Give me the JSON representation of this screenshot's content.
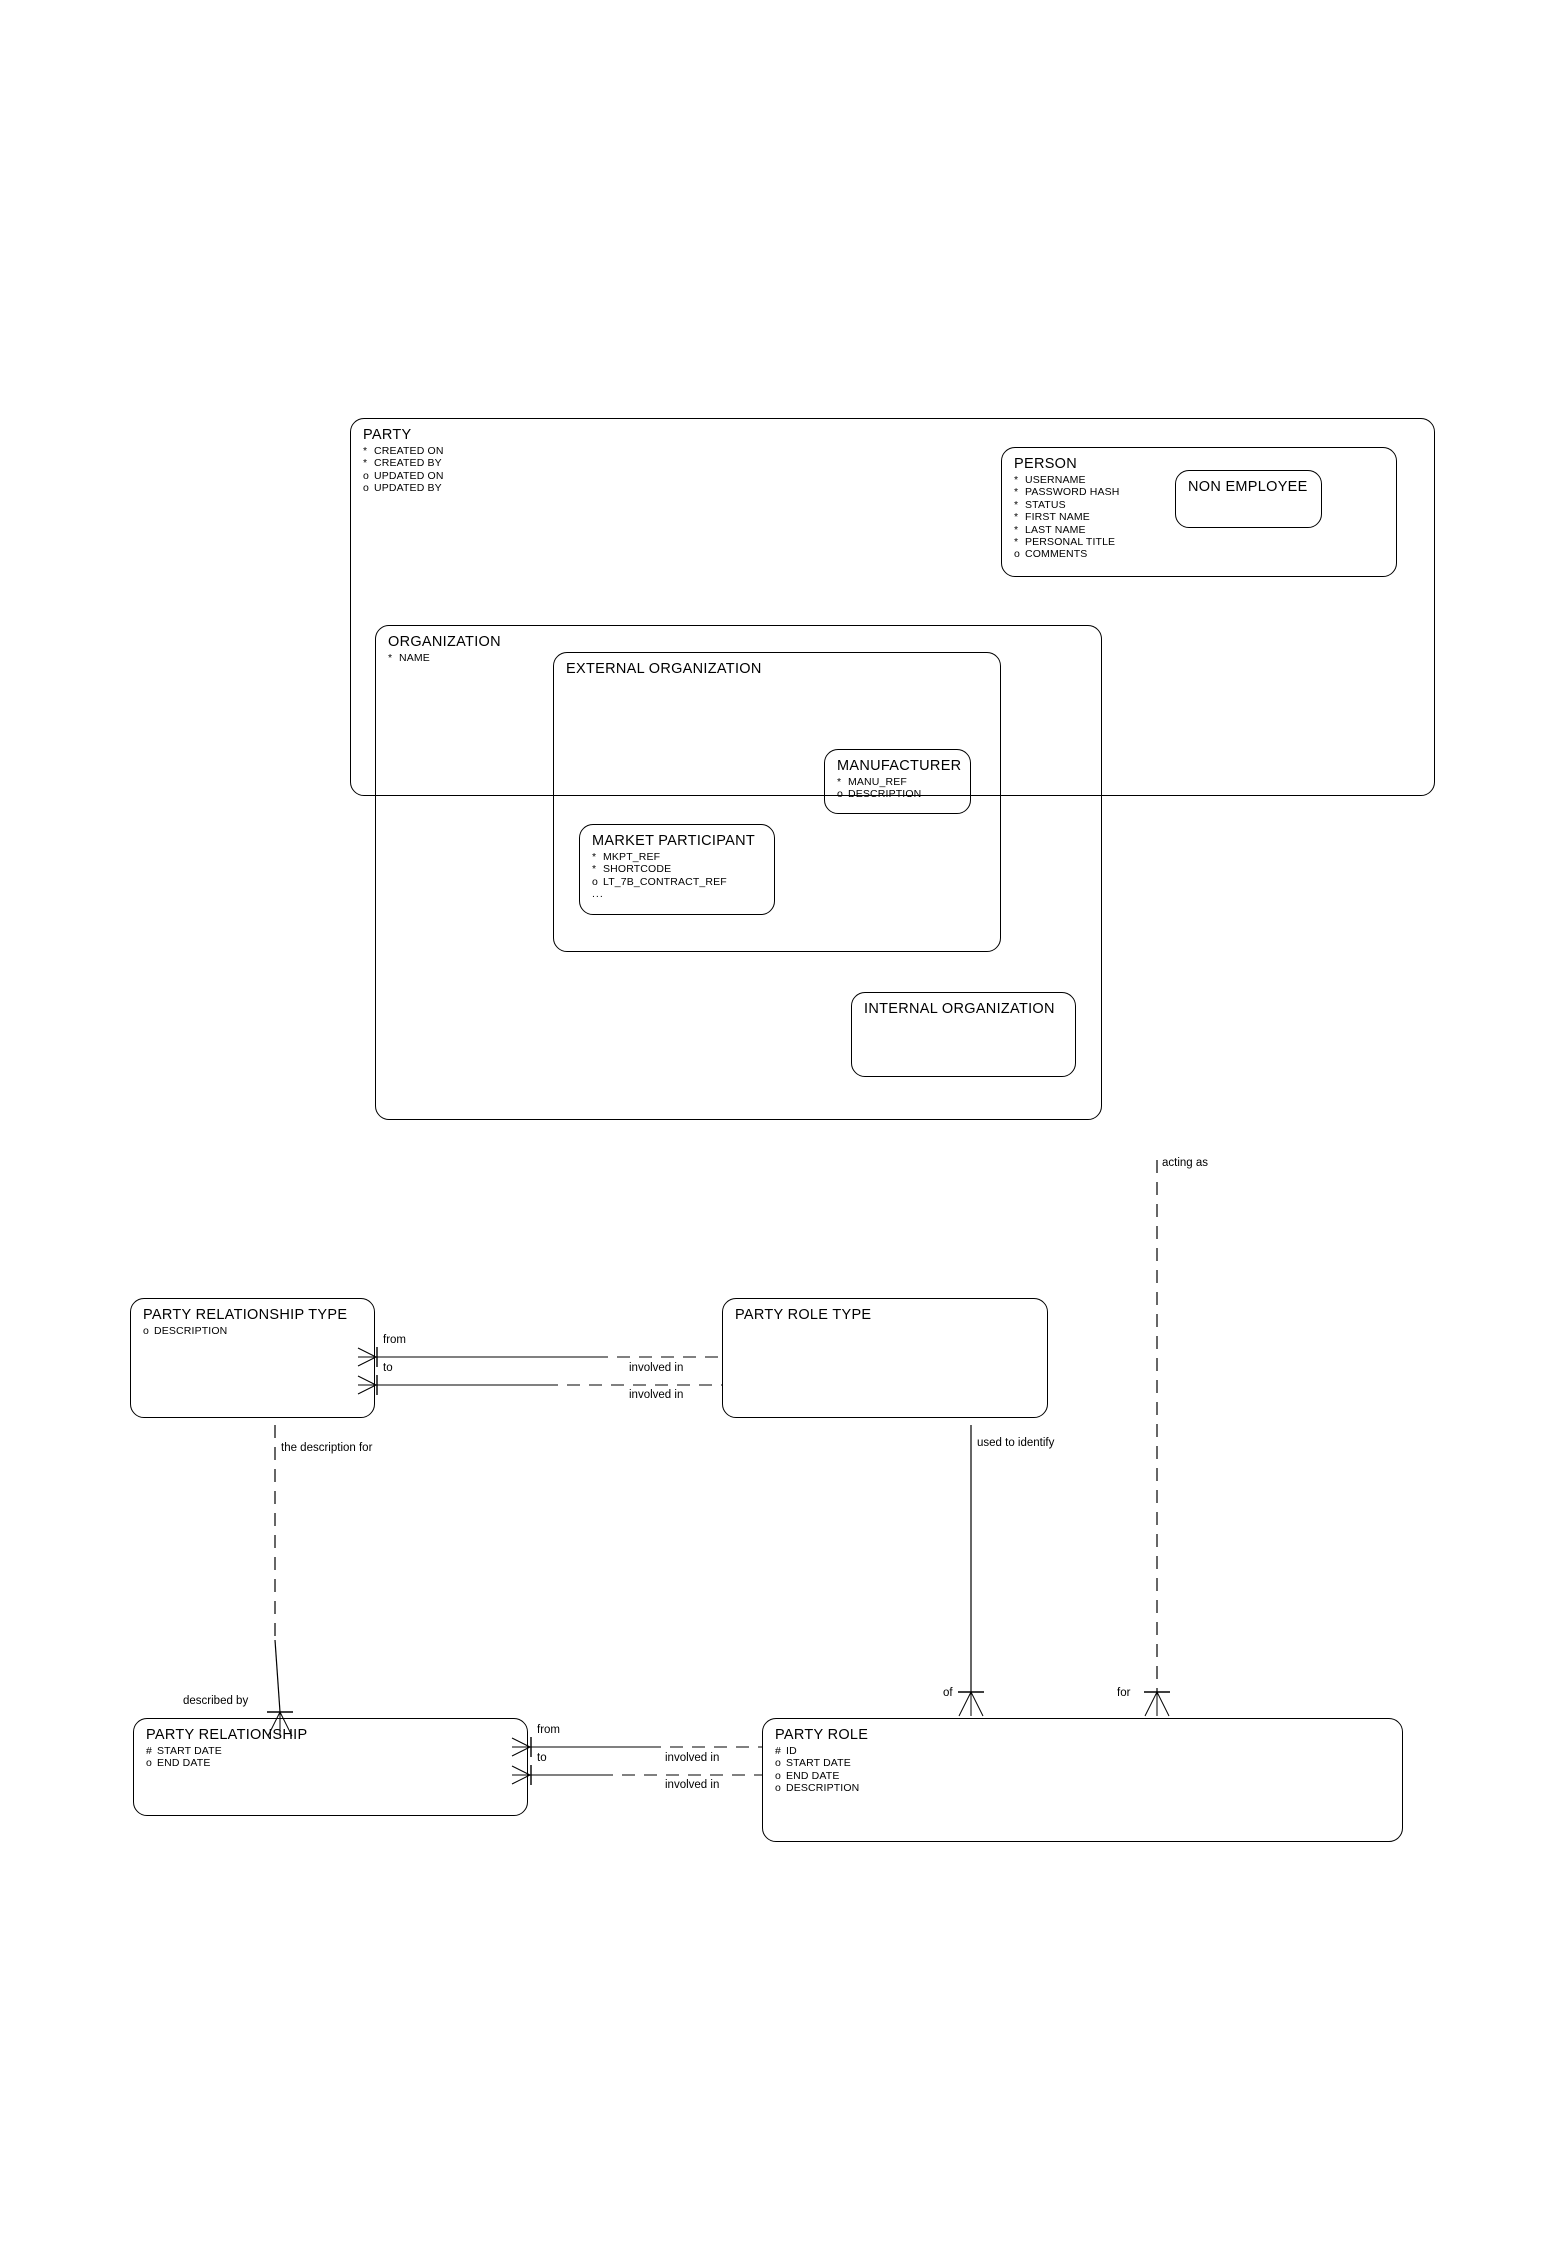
{
  "diagram": {
    "title": "Party Entity Relationship Diagram",
    "notation": "Barker ERD",
    "background_color": "#ffffff",
    "line_color": "#000000"
  },
  "entities": {
    "party": {
      "name": "PARTY",
      "attributes": [
        {
          "mark": "*",
          "name": "CREATED ON"
        },
        {
          "mark": "*",
          "name": "CREATED BY"
        },
        {
          "mark": "o",
          "name": "UPDATED ON"
        },
        {
          "mark": "o",
          "name": "UPDATED BY"
        }
      ]
    },
    "person": {
      "name": "PERSON",
      "attributes": [
        {
          "mark": "*",
          "name": "USERNAME"
        },
        {
          "mark": "*",
          "name": "PASSWORD HASH"
        },
        {
          "mark": "*",
          "name": "STATUS"
        },
        {
          "mark": "*",
          "name": "FIRST NAME"
        },
        {
          "mark": "*",
          "name": "LAST NAME"
        },
        {
          "mark": "*",
          "name": "PERSONAL TITLE"
        },
        {
          "mark": "o",
          "name": "COMMENTS"
        }
      ]
    },
    "non_employee": {
      "name": "NON EMPLOYEE",
      "attributes": []
    },
    "organization": {
      "name": "ORGANIZATION",
      "attributes": [
        {
          "mark": "*",
          "name": "NAME"
        }
      ]
    },
    "external_organization": {
      "name": "EXTERNAL ORGANIZATION",
      "attributes": []
    },
    "manufacturer": {
      "name": "MANUFACTURER",
      "attributes": [
        {
          "mark": "*",
          "name": "MANU_REF"
        },
        {
          "mark": "o",
          "name": "DESCRIPTION"
        }
      ]
    },
    "market_participant": {
      "name": "MARKET PARTICIPANT",
      "attributes": [
        {
          "mark": "*",
          "name": "MKPT_REF"
        },
        {
          "mark": "*",
          "name": "SHORTCODE"
        },
        {
          "mark": "o",
          "name": "LT_7B_CONTRACT_REF"
        }
      ],
      "more_indicator": "..."
    },
    "internal_organization": {
      "name": "INTERNAL ORGANIZATION",
      "attributes": []
    },
    "party_relationship_type": {
      "name": "PARTY RELATIONSHIP TYPE",
      "attributes": [
        {
          "mark": "o",
          "name": "DESCRIPTION"
        }
      ]
    },
    "party_role_type": {
      "name": "PARTY ROLE TYPE",
      "attributes": []
    },
    "party_relationship": {
      "name": "PARTY RELATIONSHIP",
      "attributes": [
        {
          "mark": "#",
          "name": "START DATE"
        },
        {
          "mark": "o",
          "name": "END DATE"
        }
      ]
    },
    "party_role": {
      "name": "PARTY ROLE",
      "attributes": [
        {
          "mark": "#",
          "name": "ID"
        },
        {
          "mark": "o",
          "name": "START DATE"
        },
        {
          "mark": "o",
          "name": "END DATE"
        },
        {
          "mark": "o",
          "name": "DESCRIPTION"
        }
      ]
    }
  },
  "relationship_labels": {
    "acting_as": "acting as",
    "prt_from": "from",
    "prt_to": "to",
    "prt_involved_in_1": "involved in",
    "prt_involved_in_2": "involved in",
    "the_description_for": "the description for",
    "used_to_identify": "used to identify",
    "described_by": "described by",
    "pr_from": "from",
    "pr_to": "to",
    "pr_involved_in_1": "involved in",
    "pr_involved_in_2": "involved in",
    "of": "of",
    "for": "for"
  }
}
